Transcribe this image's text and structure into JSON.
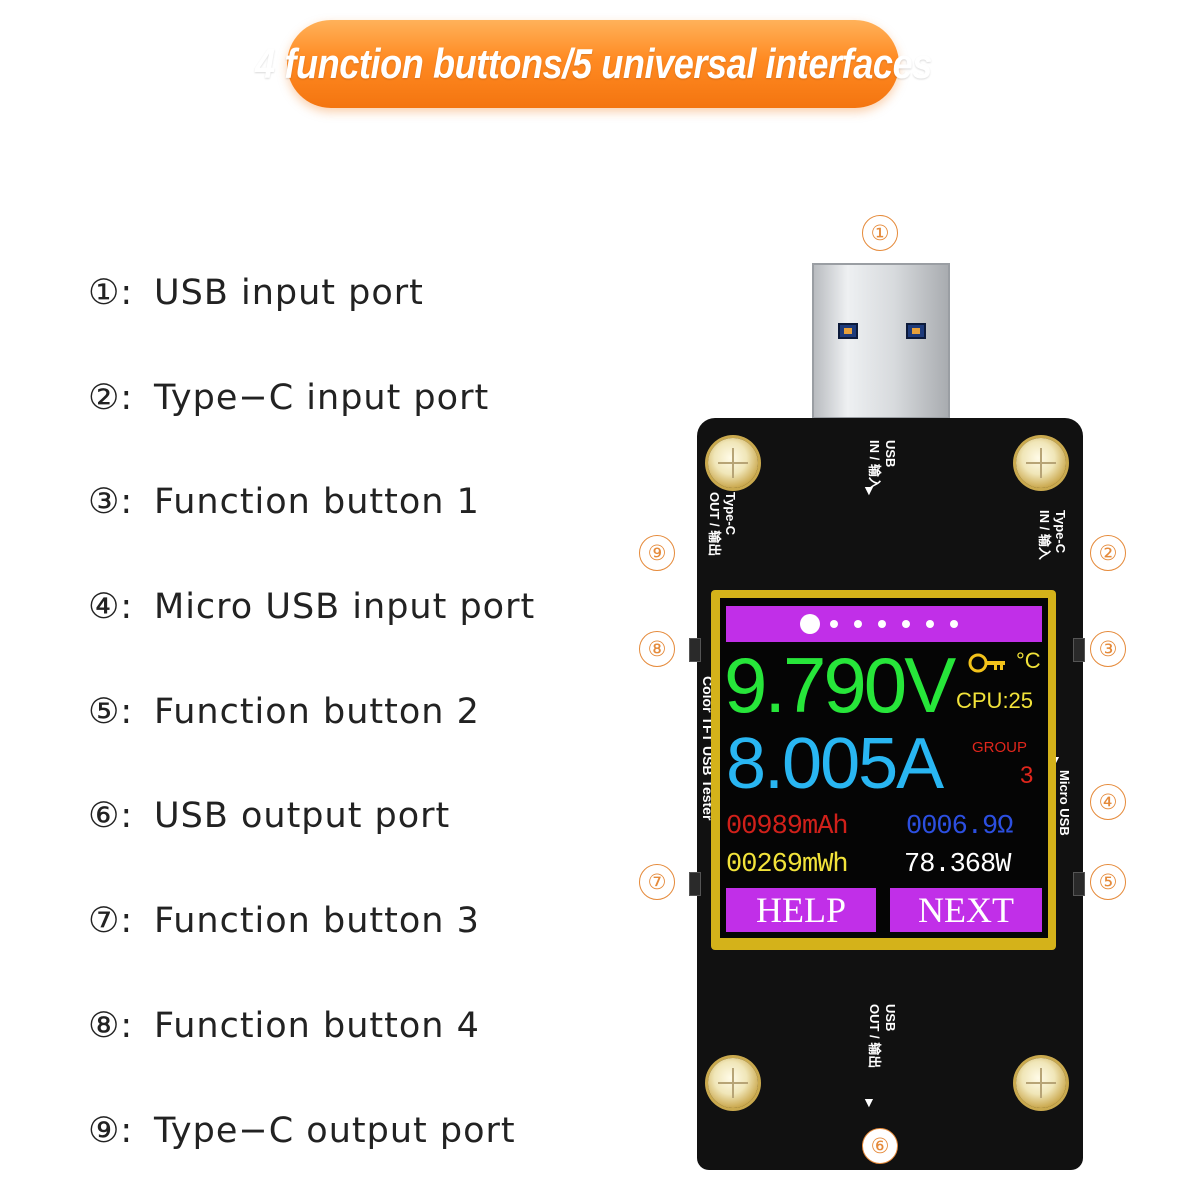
{
  "banner": {
    "title": "4 function buttons/5 universal interfaces"
  },
  "legend": [
    {
      "num": "①:",
      "label": "USB input port"
    },
    {
      "num": "②:",
      "label": "Type−C input port"
    },
    {
      "num": "③:",
      "label": "Function button 1"
    },
    {
      "num": "④:",
      "label": "Micro USB input port"
    },
    {
      "num": "⑤:",
      "label": "Function button 2"
    },
    {
      "num": "⑥:",
      "label": "USB output port"
    },
    {
      "num": "⑦:",
      "label": "Function button 3"
    },
    {
      "num": "⑧:",
      "label": "Function button 4"
    },
    {
      "num": "⑨:",
      "label": "Type−C output port"
    }
  ],
  "callouts": {
    "c1": "①",
    "c2": "②",
    "c3": "③",
    "c4": "④",
    "c5": "⑤",
    "c6": "⑥",
    "c7": "⑦",
    "c8": "⑧",
    "c9": "⑨"
  },
  "silkscreen": {
    "usb_in": "USB\nIN / 输入",
    "usb_in_a": "USB",
    "usb_in_b": "IN / 输入",
    "typec_in_a": "Type-C",
    "typec_in_b": "IN / 输入",
    "typec_out_a": "Type-C",
    "typec_out_b": "OUT / 输出",
    "micro_usb": "Micro USB",
    "tester_name": "Color TFT USB Tester",
    "usb_out_a": "USB",
    "usb_out_b": "OUT / 输出"
  },
  "screen": {
    "voltage": "9.790V",
    "temp_unit": "°C",
    "cpu": "CPU:25",
    "current": "8.005A",
    "group_label": "GROUP",
    "group_value": "3",
    "capacity": "00989mAh",
    "resistance": "0006.9Ω",
    "energy": "00269mWh",
    "power": "78.368W",
    "help_label": "HELP",
    "next_label": "NEXT",
    "colors": {
      "voltage": "#27e63a",
      "current": "#29b6f2",
      "cpu": "#f2e33a",
      "group": "#e0261c",
      "capacity": "#d0201a",
      "resistance": "#2c4fe0",
      "energy": "#f2e33a",
      "power": "#ffffff",
      "button": "#c12fe8"
    }
  }
}
